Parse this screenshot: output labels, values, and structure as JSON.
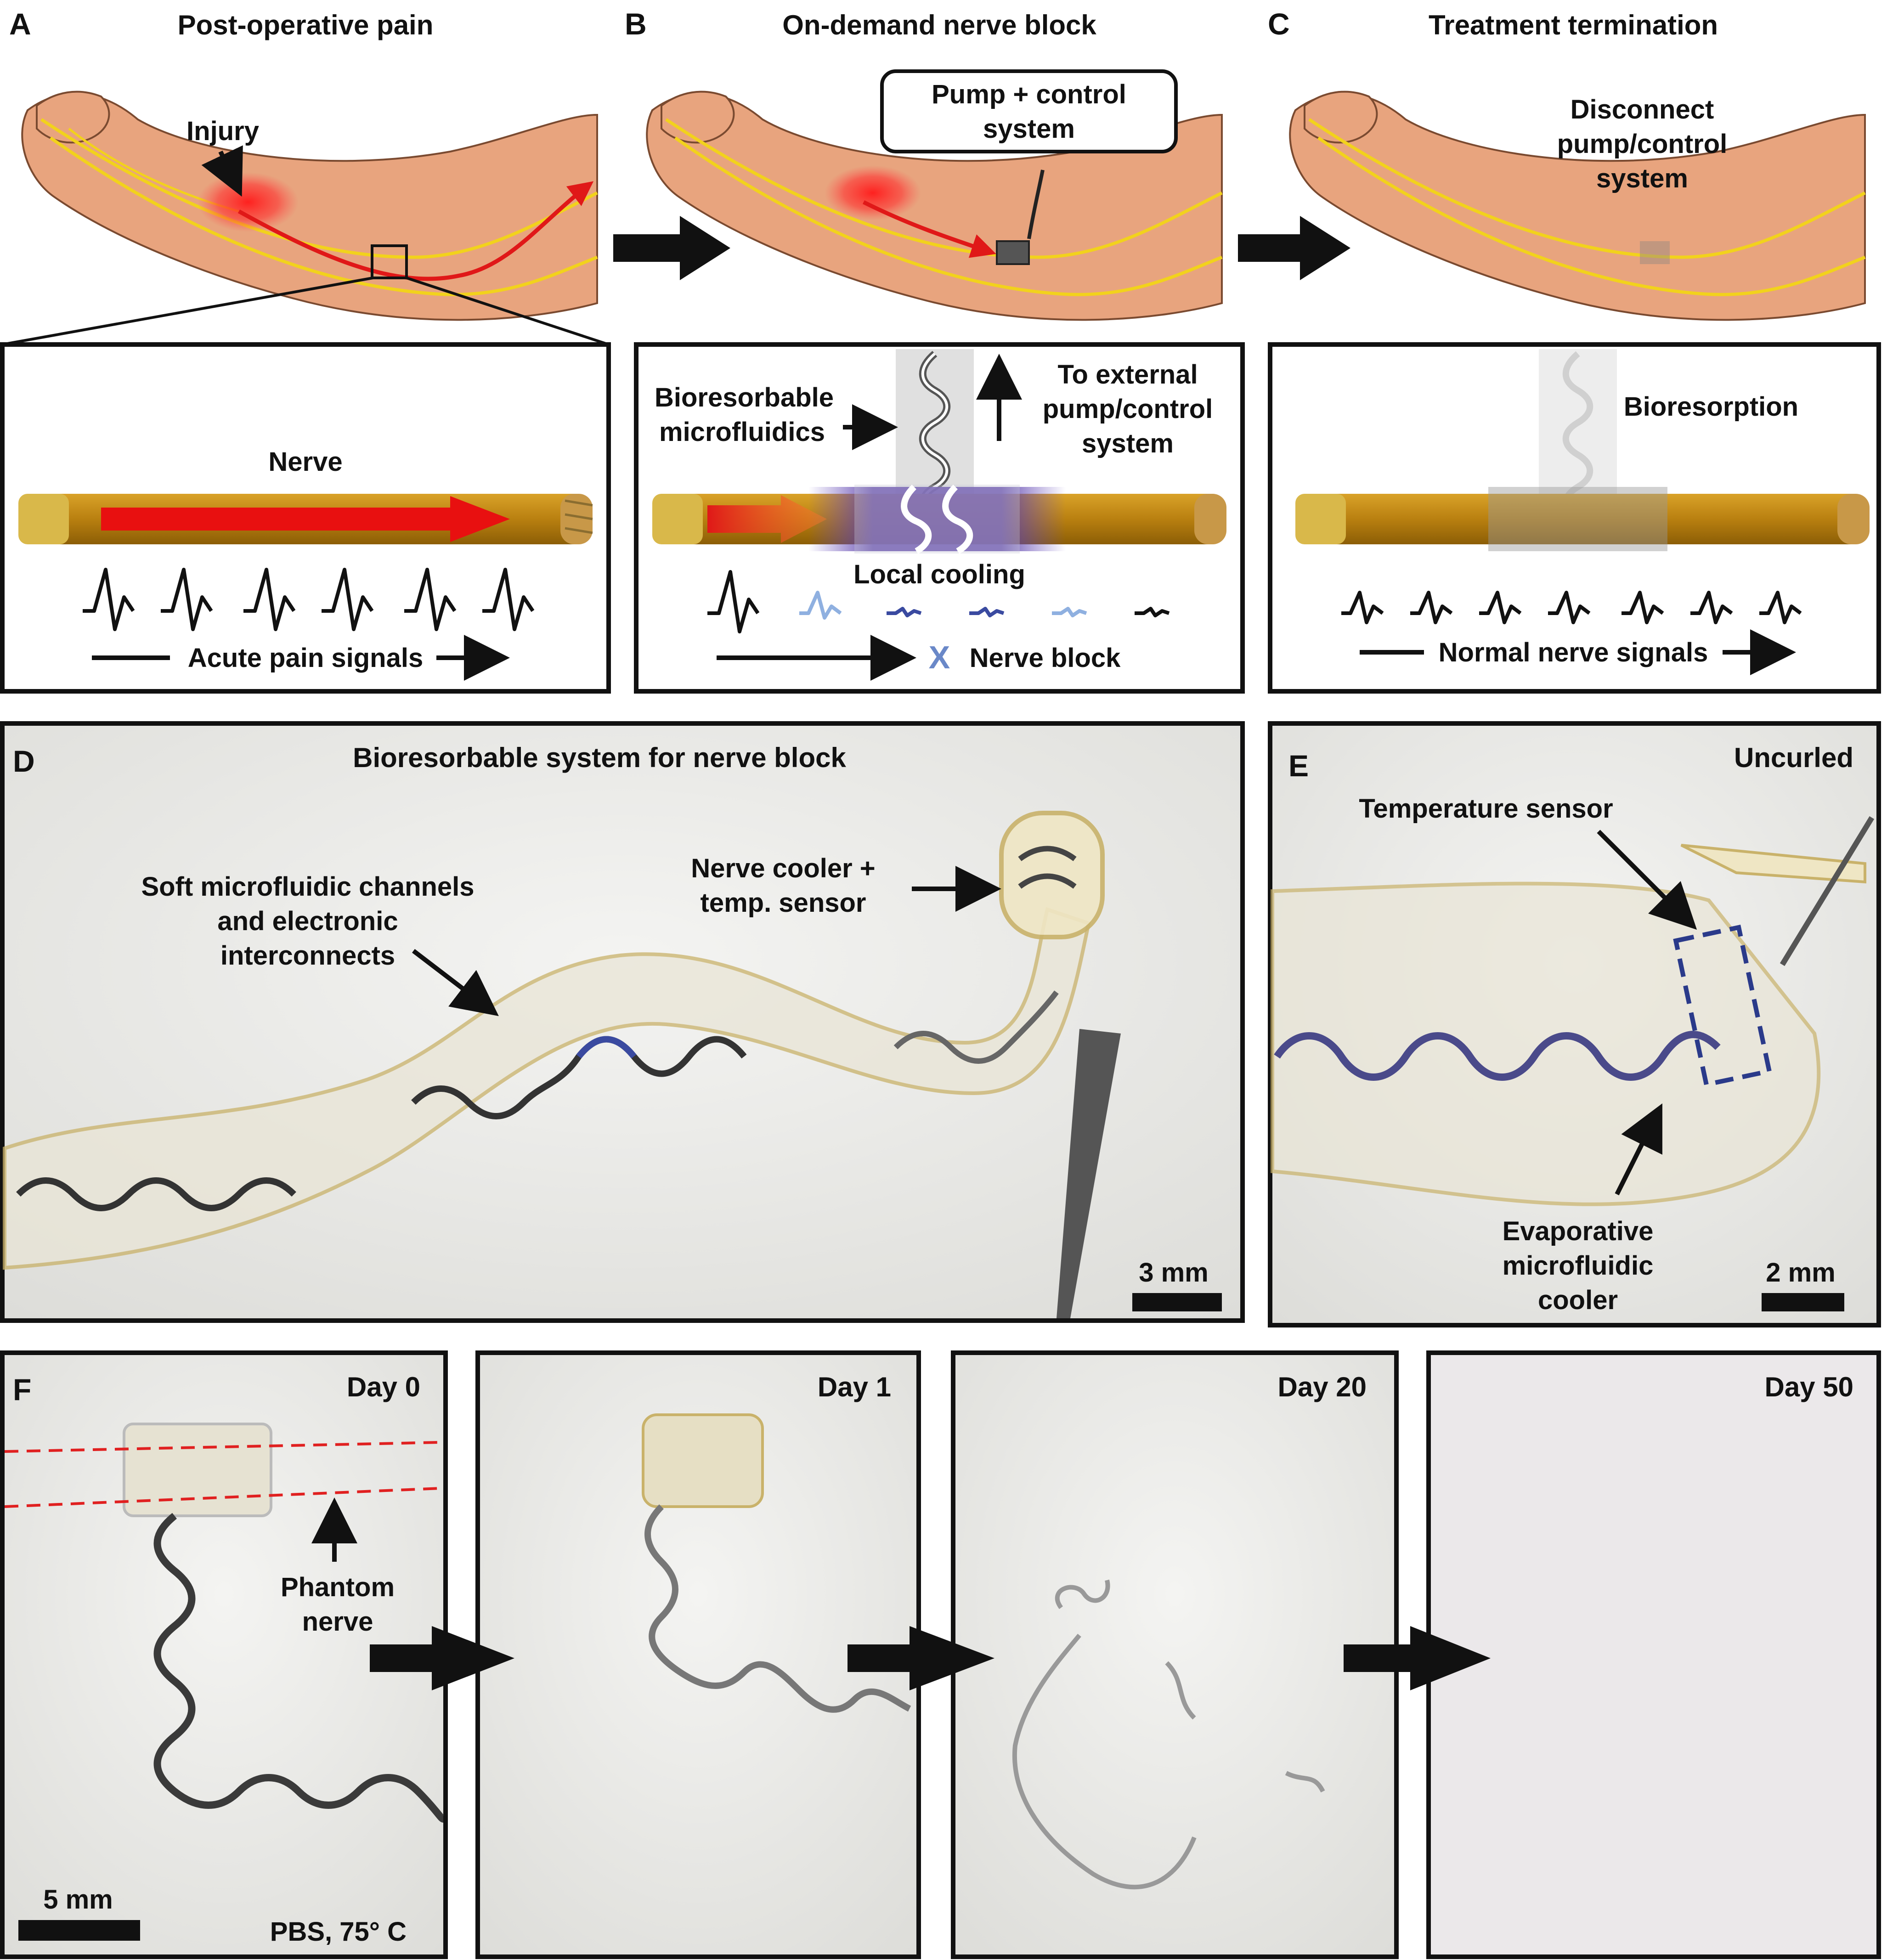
{
  "panels": {
    "A": {
      "letter": "A",
      "title": "Post-operative pain",
      "injury_label": "Injury",
      "nerve_label": "Nerve",
      "signals_label": "Acute pain signals"
    },
    "B": {
      "letter": "B",
      "title": "On-demand nerve block",
      "pump_label_line1": "Pump + control",
      "pump_label_line2": "system",
      "microfluidics_line1": "Bioresorbable",
      "microfluidics_line2": "microfluidics",
      "external_line1": "To external",
      "external_line2": "pump/control",
      "external_line3": "system",
      "cooling_label": "Local cooling",
      "block_mark": "X",
      "block_label": "Nerve block"
    },
    "C": {
      "letter": "C",
      "title": "Treatment termination",
      "disconnect_line1": "Disconnect",
      "disconnect_line2": "pump/control",
      "disconnect_line3": "system",
      "bioresorption_label": "Bioresorption",
      "signals_label": "Normal nerve signals"
    },
    "D": {
      "letter": "D",
      "title": "Bioresorbable system for nerve block",
      "channels_line1": "Soft microfluidic channels",
      "channels_line2": "and electronic",
      "channels_line3": "interconnects",
      "cooler_line1": "Nerve cooler +",
      "cooler_line2": "temp. sensor",
      "scale": "3 mm"
    },
    "E": {
      "letter": "E",
      "title": "Uncurled",
      "temp_sensor": "Temperature sensor",
      "cooler_line1": "Evaporative",
      "cooler_line2": "microfluidic",
      "cooler_line3": "cooler",
      "scale": "2 mm"
    },
    "F": {
      "letter": "F",
      "days": [
        "Day 0",
        "Day 1",
        "Day 20",
        "Day 50"
      ],
      "phantom_line1": "Phantom",
      "phantom_line2": "nerve",
      "scale": "5 mm",
      "condition": "PBS, 75° C"
    }
  },
  "colors": {
    "skin": "#e8a47e",
    "nerve_line": "#f2d21c",
    "pain": "#e01818",
    "nerve_body": "#b8860b",
    "block_purple": "#5a3fa8",
    "signal_blue": "#8fb0e0",
    "signal_dark_blue": "#3a4aa0",
    "photo_bg": "#ececea",
    "dashed_red": "#e02020",
    "rect_blue": "#2a3a8a"
  }
}
